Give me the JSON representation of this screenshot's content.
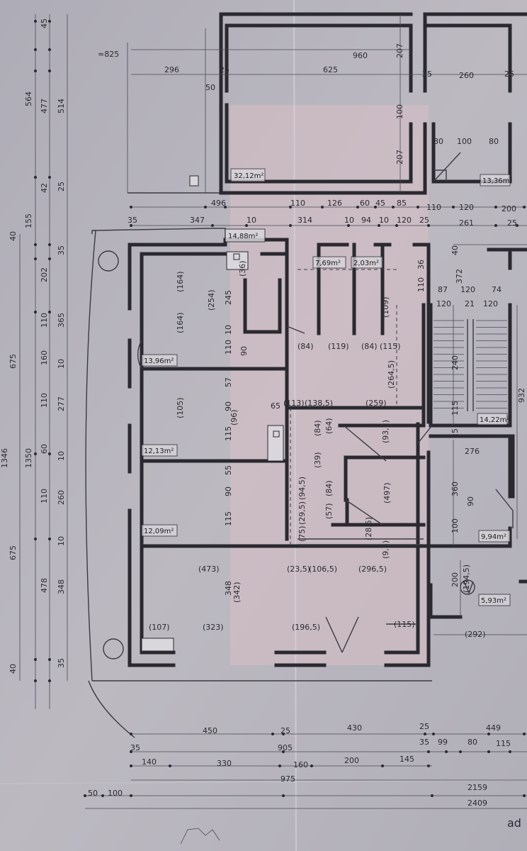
{
  "areas": {
    "a1": "32,12m²",
    "a2": "13,36m²",
    "a3": "14,88m²",
    "a4": "7,69m²",
    "a5": "2,03m²",
    "a6": "13,96m²",
    "a7": "12,13m²",
    "a8": "12,09m²",
    "a9": "14,22m²",
    "a10": "9,94m²",
    "a11": "5,93m²"
  },
  "dims": {
    "top": [
      "≈825",
      "296",
      "960",
      "625",
      "207",
      "260",
      "50",
      "25",
      "25",
      "100",
      "207",
      "80",
      "100",
      "80",
      "25"
    ],
    "row1": [
      "496",
      "110",
      "126",
      "60",
      "45",
      "85",
      "110",
      "120",
      "200"
    ],
    "row2": [
      "35",
      "347",
      "10",
      "314",
      "10",
      "94",
      "10",
      "120",
      "25",
      "261",
      "25"
    ],
    "left_outer": [
      "45",
      "564",
      "477",
      "514",
      "42",
      "25",
      "155",
      "40",
      "35",
      "202",
      "110",
      "365",
      "160",
      "10",
      "110",
      "277",
      "1350",
      "60",
      "10",
      "110",
      "260",
      "10",
      "675",
      "478",
      "348",
      "35",
      "40",
      "675",
      "1346"
    ],
    "rooms": [
      "(164)",
      "(254)",
      "245",
      "(164)",
      "110",
      "(36)",
      "90",
      "10",
      "(105)",
      "(84)",
      "(119)",
      "(84)",
      "(115)",
      "(264,5)",
      "57",
      "(96)",
      "90",
      "115",
      "65",
      "(138,5)",
      "(259)",
      "(113)",
      "(93,5)",
      "(497)",
      "(84)",
      "(94,5)",
      "(39)",
      "(64)",
      "(84)",
      "(57)",
      "(75)",
      "(29,5)",
      "(109)",
      "(473)",
      "(23,5)",
      "(106,5)",
      "(296,5)",
      "(9,5)",
      "(28,5)",
      "(342)",
      "348",
      "(107)",
      "(323)",
      "(196,5)",
      "(115)",
      "55",
      "90",
      "115"
    ],
    "right": [
      "36",
      "110",
      "87",
      "120",
      "74",
      "120",
      "21",
      "120",
      "372",
      "240",
      "115",
      "932",
      "276",
      "360",
      "90",
      "100",
      "200",
      "(194,5)",
      "(292)",
      "40",
      "25"
    ],
    "bottom": [
      "450",
      "25",
      "430",
      "25",
      "449",
      "35",
      "905",
      "35",
      "99",
      "80",
      "115",
      "140",
      "330",
      "160",
      "200",
      "145",
      "975",
      "50",
      "100",
      "2159",
      "2409",
      "ad"
    ]
  }
}
